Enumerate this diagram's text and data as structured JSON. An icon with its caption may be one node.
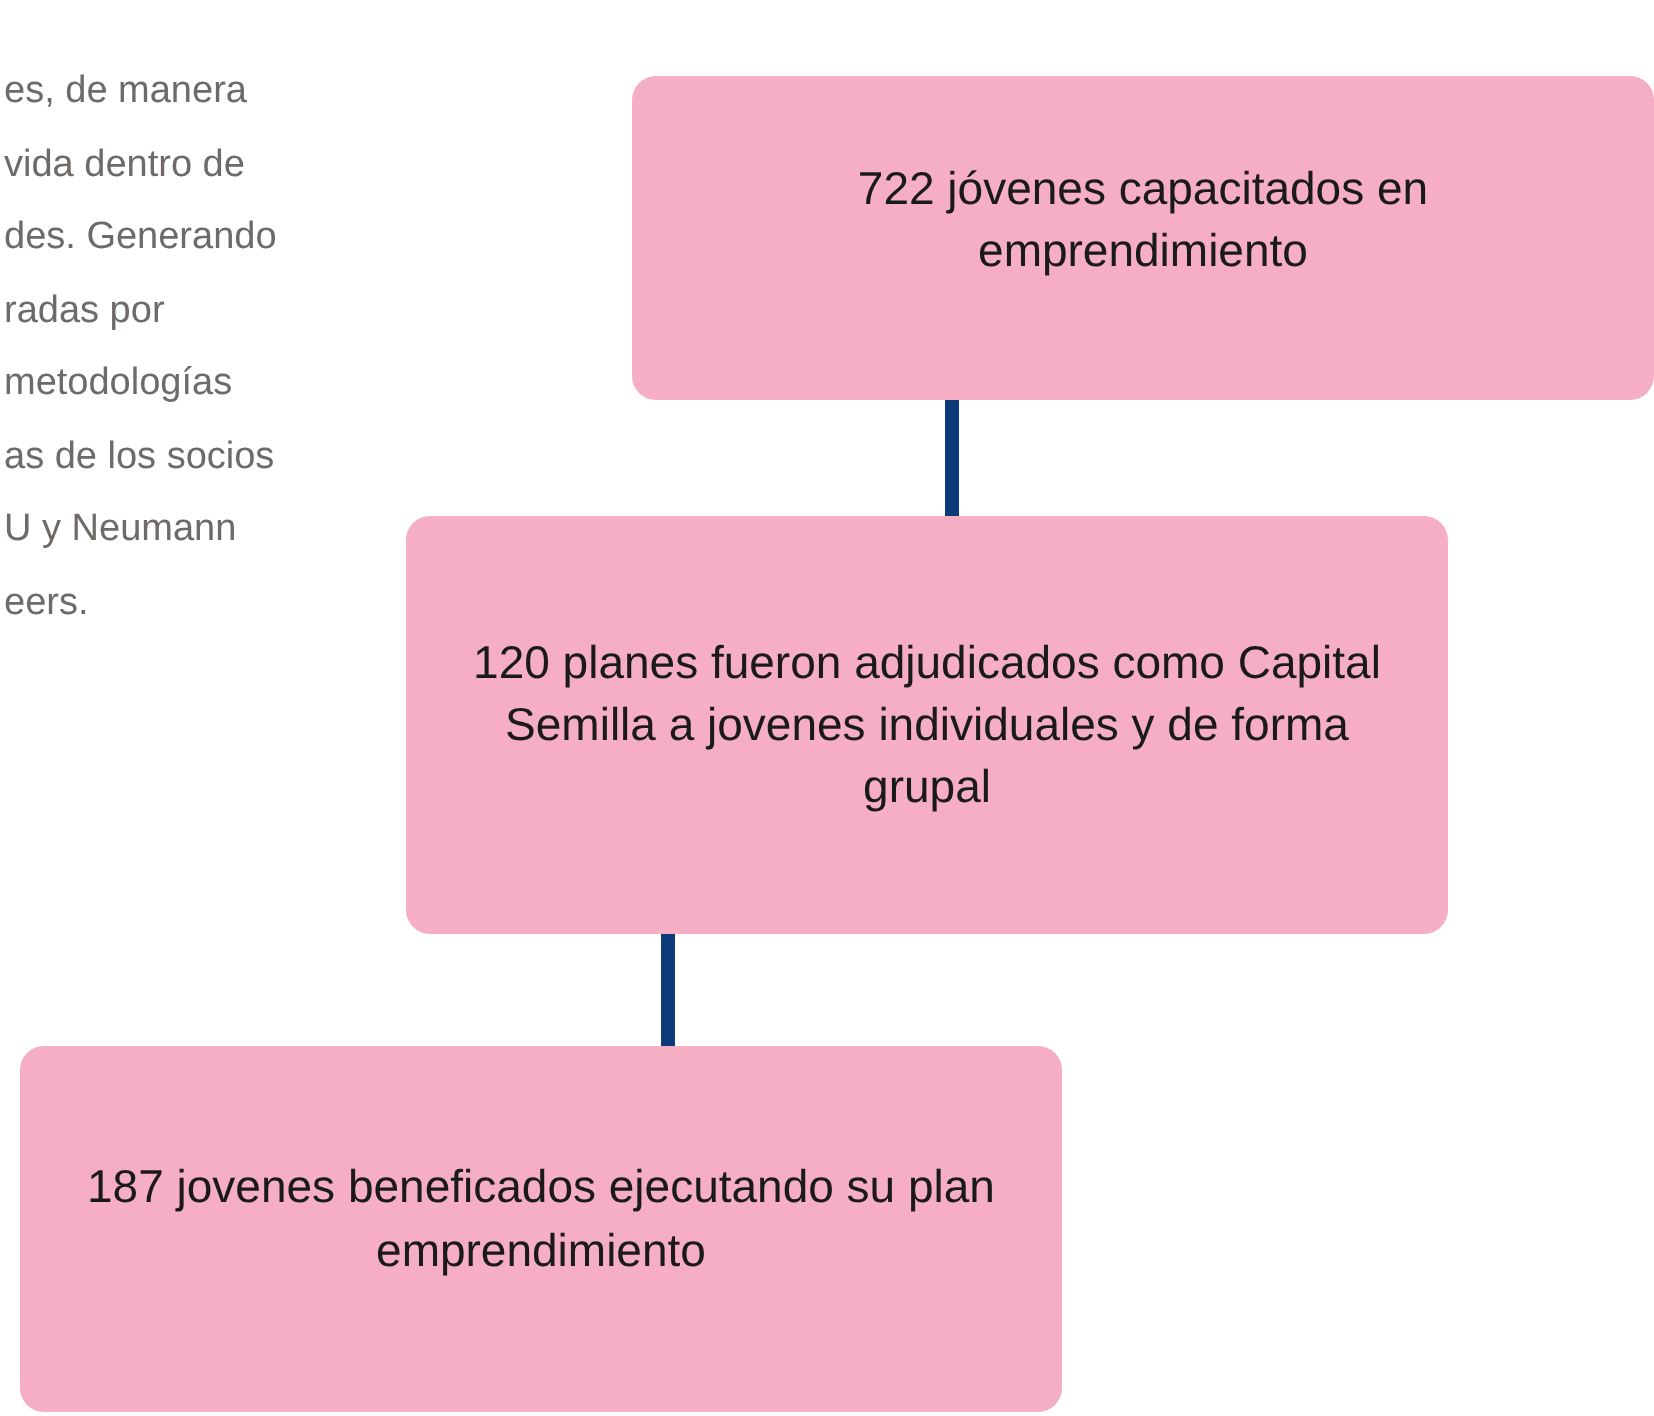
{
  "diagram": {
    "nodes": [
      {
        "text": [
          "722 jóvenes capacitados en emprendimiento"
        ]
      },
      {
        "text": [
          "120 planes fueron adjudicados como Capital Semilla a jovenes individuales y de forma grupal"
        ]
      },
      {
        "text": [
          "187 jovenes beneficados ejecutando su plan emprendimiento"
        ]
      }
    ],
    "edges": [
      {
        "from": 0,
        "to": 1,
        "arrow": "none"
      },
      {
        "from": 1,
        "to": 2,
        "arrow": "none"
      }
    ],
    "labels": [
      "es, de manera",
      "vida dentro de",
      "des. Generando",
      "radas por",
      "metodologías",
      "as de los socios",
      "U y Neumann",
      "eers."
    ]
  }
}
